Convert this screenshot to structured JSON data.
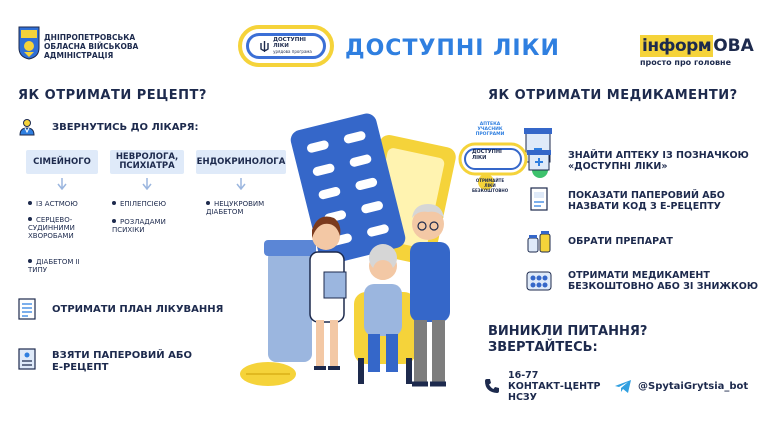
{
  "header": {
    "admin_line1": "ДНІПРОПЕТРОВСЬКА",
    "admin_line2": "ОБЛАСНА ВІЙСЬКОВА",
    "admin_line3": "АДМІНІСТРАЦІЯ",
    "logo_line1": "ДОСТУПНІ",
    "logo_line2": "ЛІКИ",
    "logo_line3": "урядова програма",
    "program_title": "ДОСТУПНІ ЛІКИ",
    "inform_part1": "інформ",
    "inform_part2": "ОВА",
    "inform_tagline": "просто про головне"
  },
  "left": {
    "title": "ЯК ОТРИМАТИ РЕЦЕПТ?",
    "step1": "ЗВЕРНУТИСЬ ДО ЛІКАРЯ:",
    "specialists": [
      {
        "label": "СІМЕЙНОГО",
        "conditions": [
          "ІЗ АСТМОЮ",
          "СЕРЦЕВО-СУДИННИМИ ХВОРОБАМИ",
          "ДІАБЕТОМ ІІ ТИПУ"
        ]
      },
      {
        "label": "НЕВРОЛОГА, ПСИХІАТРА",
        "conditions": [
          "ЕПІЛЕПСІЄЮ",
          "РОЗЛАДАМИ ПСИХІКИ"
        ]
      },
      {
        "label": "ЕНДОКРИНОЛОГА",
        "conditions": [
          "НЕЦУКРОВИМ ДІАБЕТОМ"
        ]
      }
    ],
    "step2": "ОТРИМАТИ ПЛАН ЛІКУВАННЯ",
    "step3_line1": "ВЗЯТИ ПАПЕРОВИЙ АБО",
    "step3_line2": "Е-РЕЦЕПТ"
  },
  "right": {
    "title": "ЯК ОТРИМАТИ МЕДИКАМЕНТИ?",
    "badge_top": "АПТЕКА УЧАСНИК ПРОГРАМИ",
    "badge_bottom": "ОТРИМАЙТЕ ЛІКИ БЕЗКОШТОВНО",
    "steps": [
      {
        "line1": "ЗНАЙТИ АПТЕКУ ІЗ ПОЗНАЧКОЮ",
        "line2": "«ДОСТУПНІ ЛІКИ»"
      },
      {
        "line1": "ПОКАЗАТИ ПАПЕРОВИЙ АБО",
        "line2": "НАЗВАТИ КОД З Е-РЕЦЕПТУ"
      },
      {
        "line1": "ОБРАТИ ПРЕПАРАТ",
        "line2": ""
      },
      {
        "line1": "ОТРИМАТИ МЕДИКАМЕНТ",
        "line2": "БЕЗКОШТОВНО АБО ЗІ ЗНИЖКОЮ"
      }
    ],
    "question_line1": "ВИНИКЛИ ПИТАННЯ?",
    "question_line2": "ЗВЕРТАЙТЕСЬ:",
    "phone": "16-77",
    "contact_line1": "КОНТАКТ-ЦЕНТР",
    "contact_line2": "НСЗУ",
    "telegram": "@SpytaiGrytsia_bot"
  },
  "colors": {
    "navy": "#1d2a4d",
    "blue": "#2f7fe0",
    "light_blue": "#dfeaf9",
    "yellow": "#f5d33a"
  }
}
